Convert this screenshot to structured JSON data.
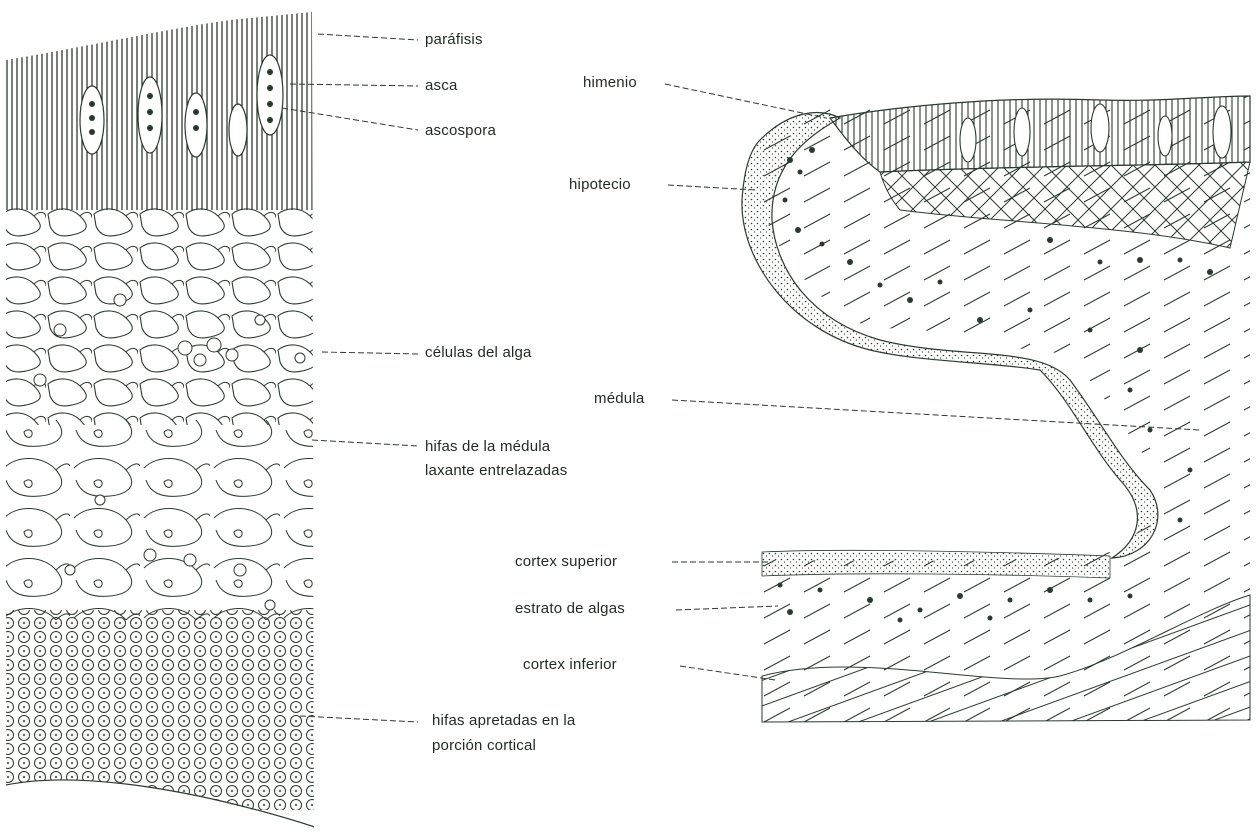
{
  "labels": {
    "parafisis": "paráfisis",
    "asca": "asca",
    "ascospora": "ascospora",
    "celulas_alga": "células del alga",
    "hifas_medula_1": "hifas de la médula",
    "hifas_medula_2": "laxante entrelazadas",
    "hifas_apretadas_1": "hifas apretadas en la",
    "hifas_apretadas_2": "porción cortical",
    "himenio": "himenio",
    "hipotecio": "hipotecio",
    "medula": "médula",
    "cortex_superior": "cortex superior",
    "estrato_algas": "estrato de algas",
    "cortex_inferior": "cortex inferior"
  },
  "colors": {
    "ink": "#2b3a2f",
    "paper": "#ffffff",
    "tint": "#eef6ec"
  }
}
